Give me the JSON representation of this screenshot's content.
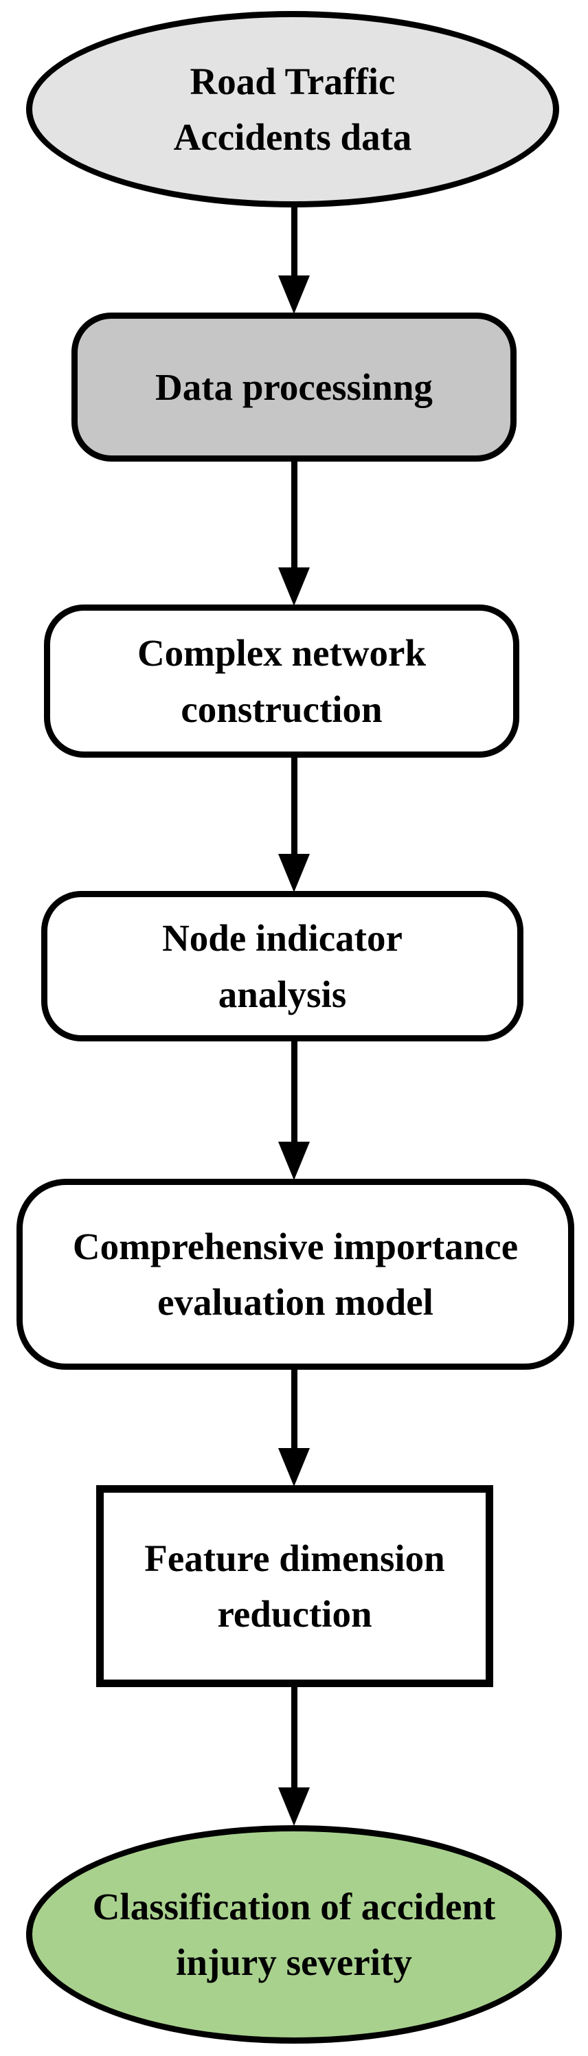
{
  "diagram": {
    "type": "flowchart",
    "direction": "top-to-bottom",
    "background_color": "#ffffff",
    "border_color": "#000000",
    "arrow_color": "#000000",
    "nodes": [
      {
        "id": "road-traffic-accidents-data",
        "shape": "ellipse",
        "fill": "#e3e3e3",
        "label": "Road Traffic Accidents data",
        "lines": [
          "Road Traffic",
          "Accidents data"
        ]
      },
      {
        "id": "data-processing",
        "shape": "rounded-rectangle",
        "fill": "#c6c6c6",
        "label": "Data processinng",
        "lines": [
          "Data processinng"
        ]
      },
      {
        "id": "complex-network-construction",
        "shape": "rounded-rectangle",
        "fill": "#ffffff",
        "label": "Complex network construction",
        "lines": [
          "Complex network",
          "construction"
        ]
      },
      {
        "id": "node-indicator-analysis",
        "shape": "rounded-rectangle",
        "fill": "#ffffff",
        "label": "Node indicator analysis",
        "lines": [
          "Node indicator",
          "analysis"
        ]
      },
      {
        "id": "comprehensive-importance-evaluation-model",
        "shape": "rounded-rectangle",
        "fill": "#ffffff",
        "label": "Comprehensive importance evaluation model",
        "lines": [
          "Comprehensive importance",
          "evaluation model"
        ]
      },
      {
        "id": "feature-dimension-reduction",
        "shape": "rectangle",
        "fill": "#ffffff",
        "label": "Feature dimension reduction",
        "lines": [
          "Feature dimension",
          "reduction"
        ]
      },
      {
        "id": "classification-of-accident-injury-severity",
        "shape": "ellipse",
        "fill": "#a9d18e",
        "label": "Classification of accident injury severity",
        "lines": [
          "Classification of accident",
          "injury severity"
        ]
      }
    ],
    "edges": [
      {
        "from": "road-traffic-accidents-data",
        "to": "data-processing"
      },
      {
        "from": "data-processing",
        "to": "complex-network-construction"
      },
      {
        "from": "complex-network-construction",
        "to": "node-indicator-analysis"
      },
      {
        "from": "node-indicator-analysis",
        "to": "comprehensive-importance-evaluation-model"
      },
      {
        "from": "comprehensive-importance-evaluation-model",
        "to": "feature-dimension-reduction"
      },
      {
        "from": "feature-dimension-reduction",
        "to": "classification-of-accident-injury-severity"
      }
    ]
  }
}
